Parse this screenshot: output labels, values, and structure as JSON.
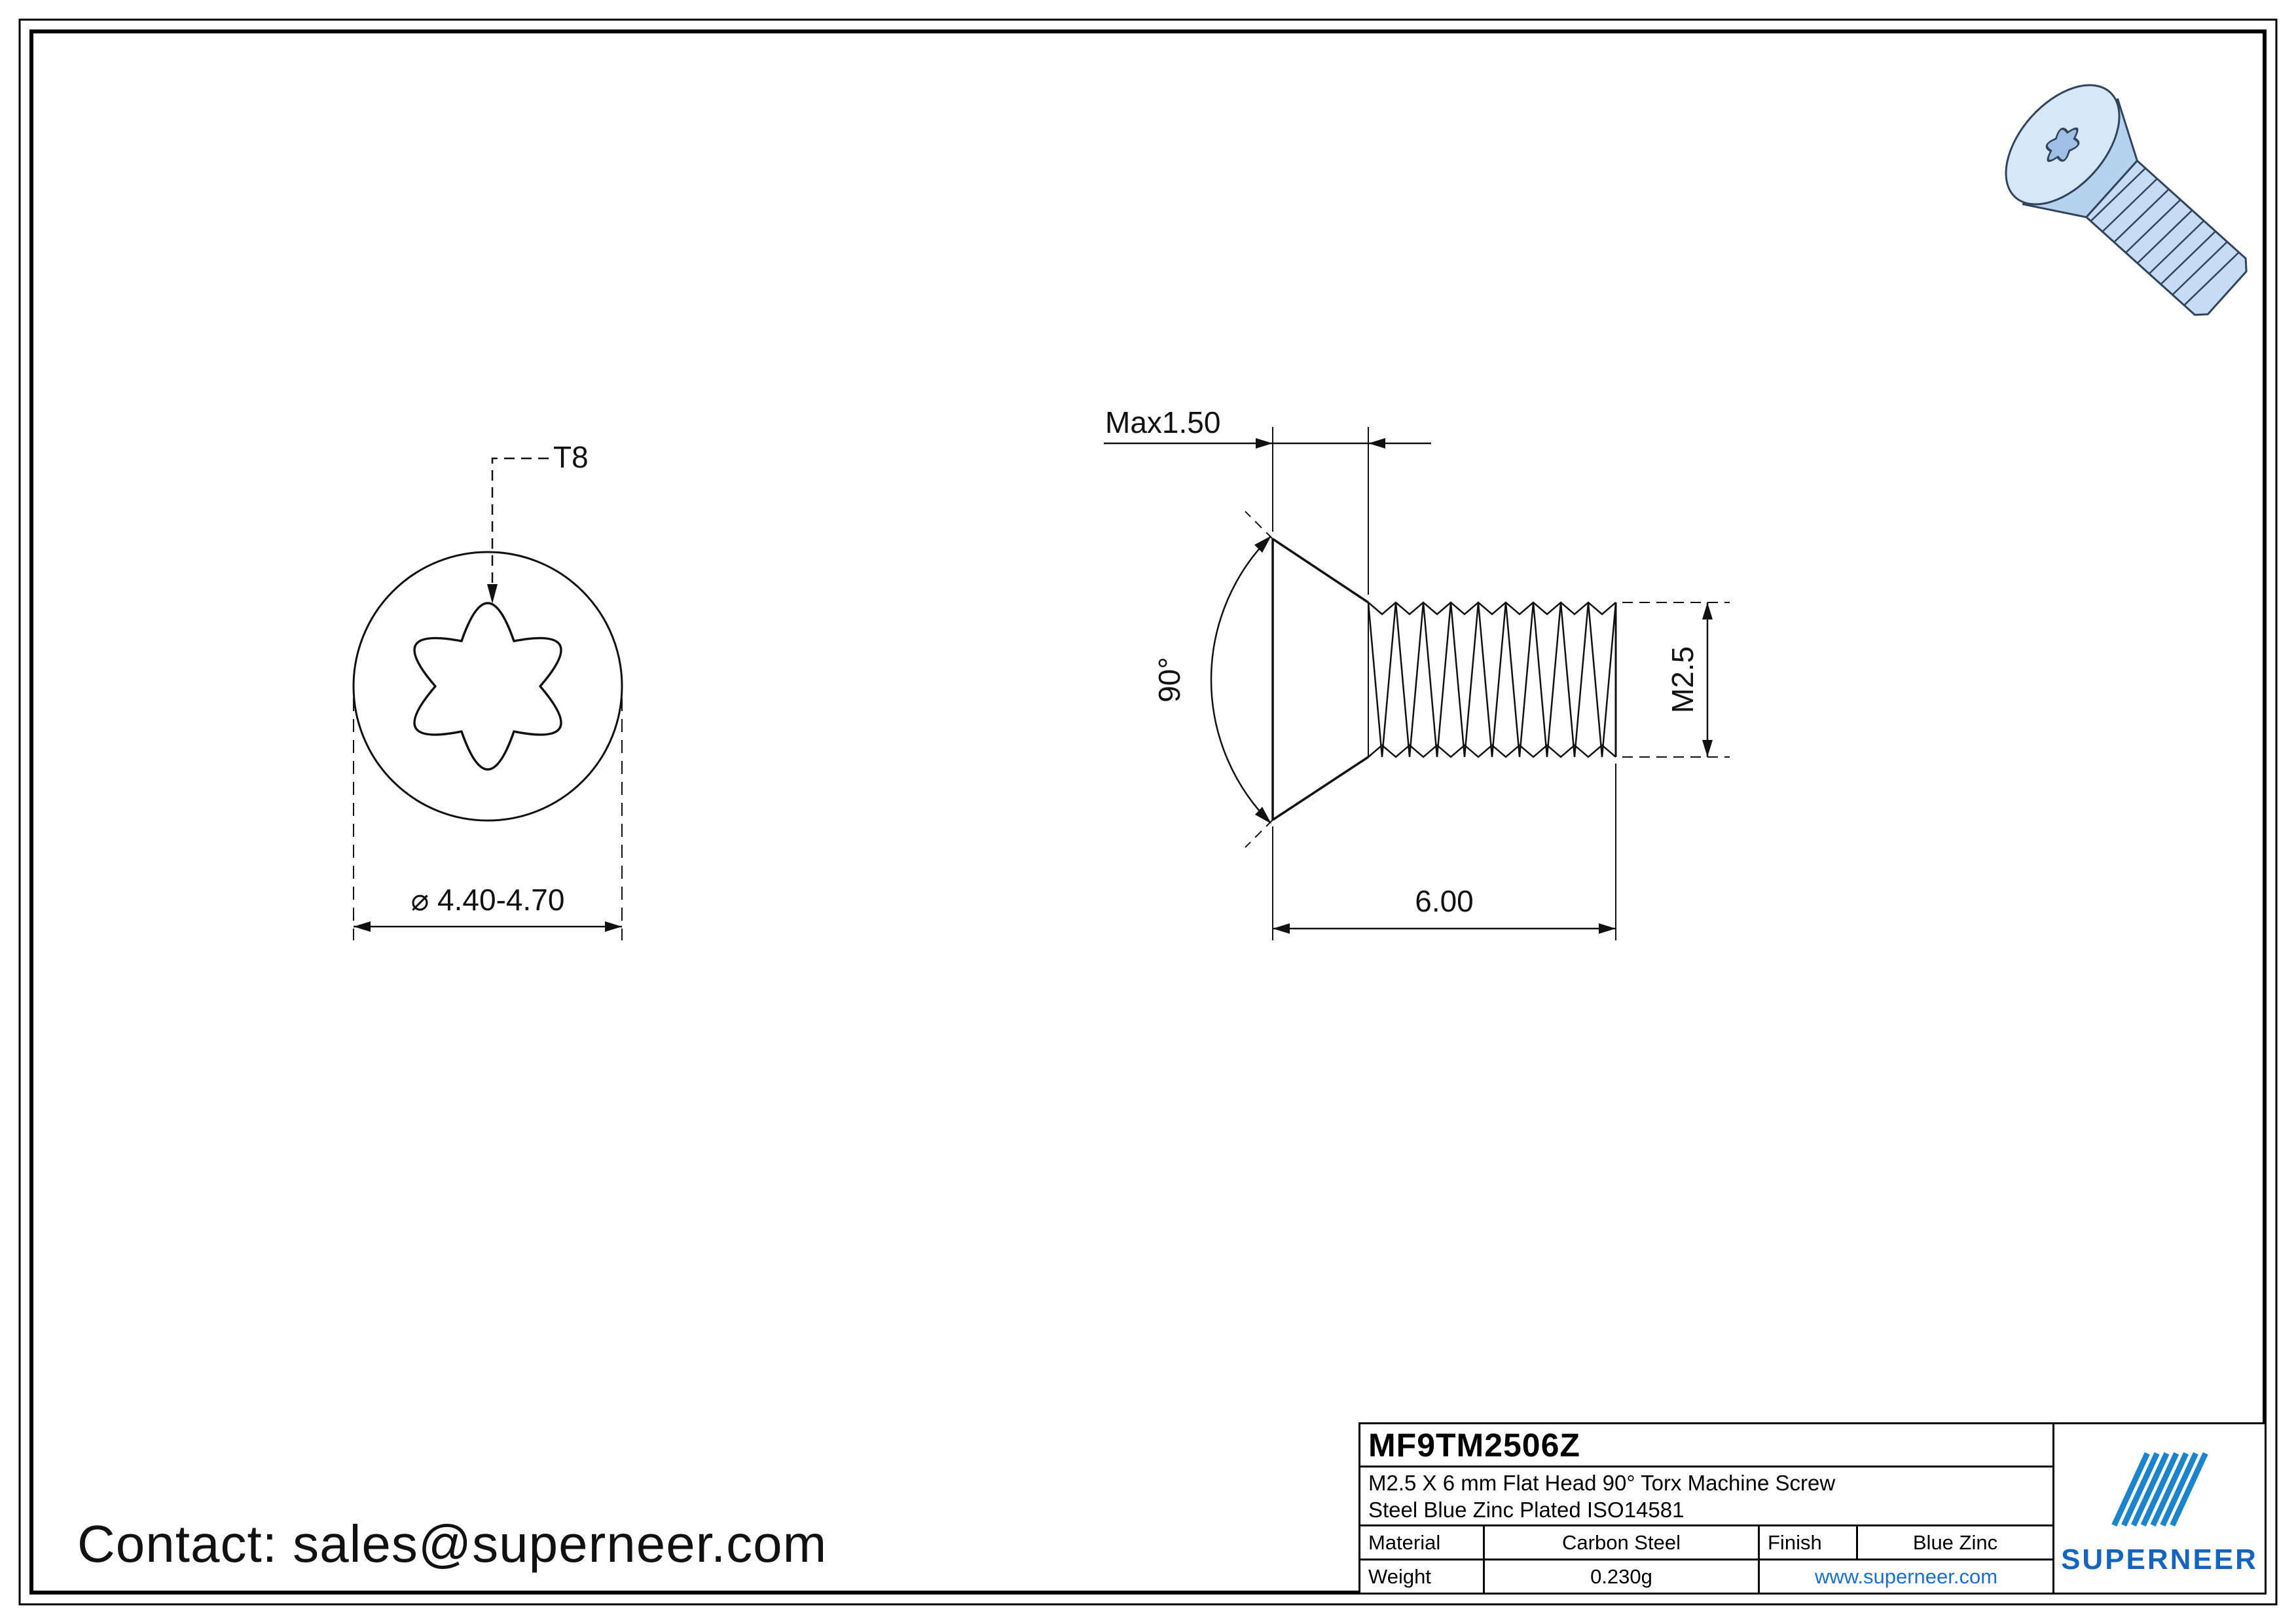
{
  "sheet": {
    "contact": "Contact: sales@superneer.com"
  },
  "dimensions": {
    "drive": "T8",
    "head_diameter": "⌀ 4.40-4.70",
    "head_height": "Max1.50",
    "countersink_angle": "90°",
    "thread": "M2.5",
    "length": "6.00"
  },
  "title_block": {
    "part_number": "MF9TM2506Z",
    "description_line1": "M2.5  X 6 mm Flat Head 90°  Torx Machine Screw",
    "description_line2": "Steel Blue Zinc Plated ISO14581",
    "material_label": "Material",
    "material_value": "Carbon Steel",
    "finish_label": "Finish",
    "finish_value": "Blue Zinc",
    "weight_label": "Weight",
    "weight_value": "0.230g",
    "website": "www.superneer.com",
    "brand": "SUPERNEER"
  },
  "colors": {
    "brand_blue": "#1565bd",
    "link_blue": "#1b6fd0",
    "screw_fill_blue": "#c6dcf3",
    "drawing_line": "#111111"
  }
}
